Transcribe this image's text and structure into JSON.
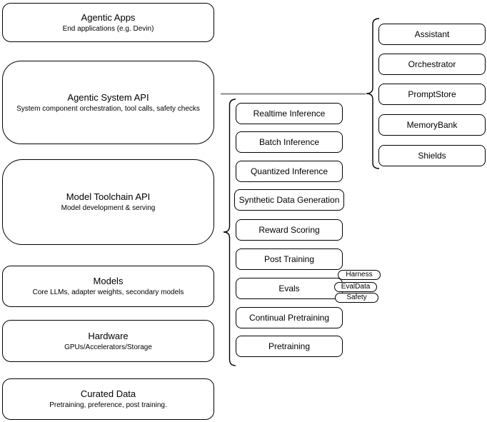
{
  "diagram": {
    "left_column": [
      {
        "title": "Agentic Apps",
        "subtitle": "End applications (e.g. Devin)"
      },
      {
        "title": "Agentic System API",
        "subtitle": "System component orchestration, tool calls, safety checks"
      },
      {
        "title": "Model Toolchain API",
        "subtitle": "Model development & serving"
      },
      {
        "title": "Models",
        "subtitle": "Core LLMs, adapter weights, secondary models"
      },
      {
        "title": "Hardware",
        "subtitle": "GPUs/Accelerators/Storage"
      },
      {
        "title": "Curated Data",
        "subtitle": "Pretraining, preference, post training."
      }
    ],
    "toolchain_nodes": [
      "Realtime Inference",
      "Batch Inference",
      "Quantized Inference",
      "Synthetic Data Generation",
      "Reward Scoring",
      "Post Training",
      "Evals",
      "Continual Pretraining",
      "Pretraining"
    ],
    "evals_ovals": [
      "Harness",
      "EvalData",
      "Safety"
    ],
    "system_nodes": [
      "Assistant",
      "Orchestrator",
      "PromptStore",
      "MemoryBank",
      "Shields"
    ],
    "colors": {
      "shape_border": "#000000",
      "shape_fill": "#ffffff",
      "text": "#000000",
      "connector_line": "#8a8a8a"
    }
  }
}
